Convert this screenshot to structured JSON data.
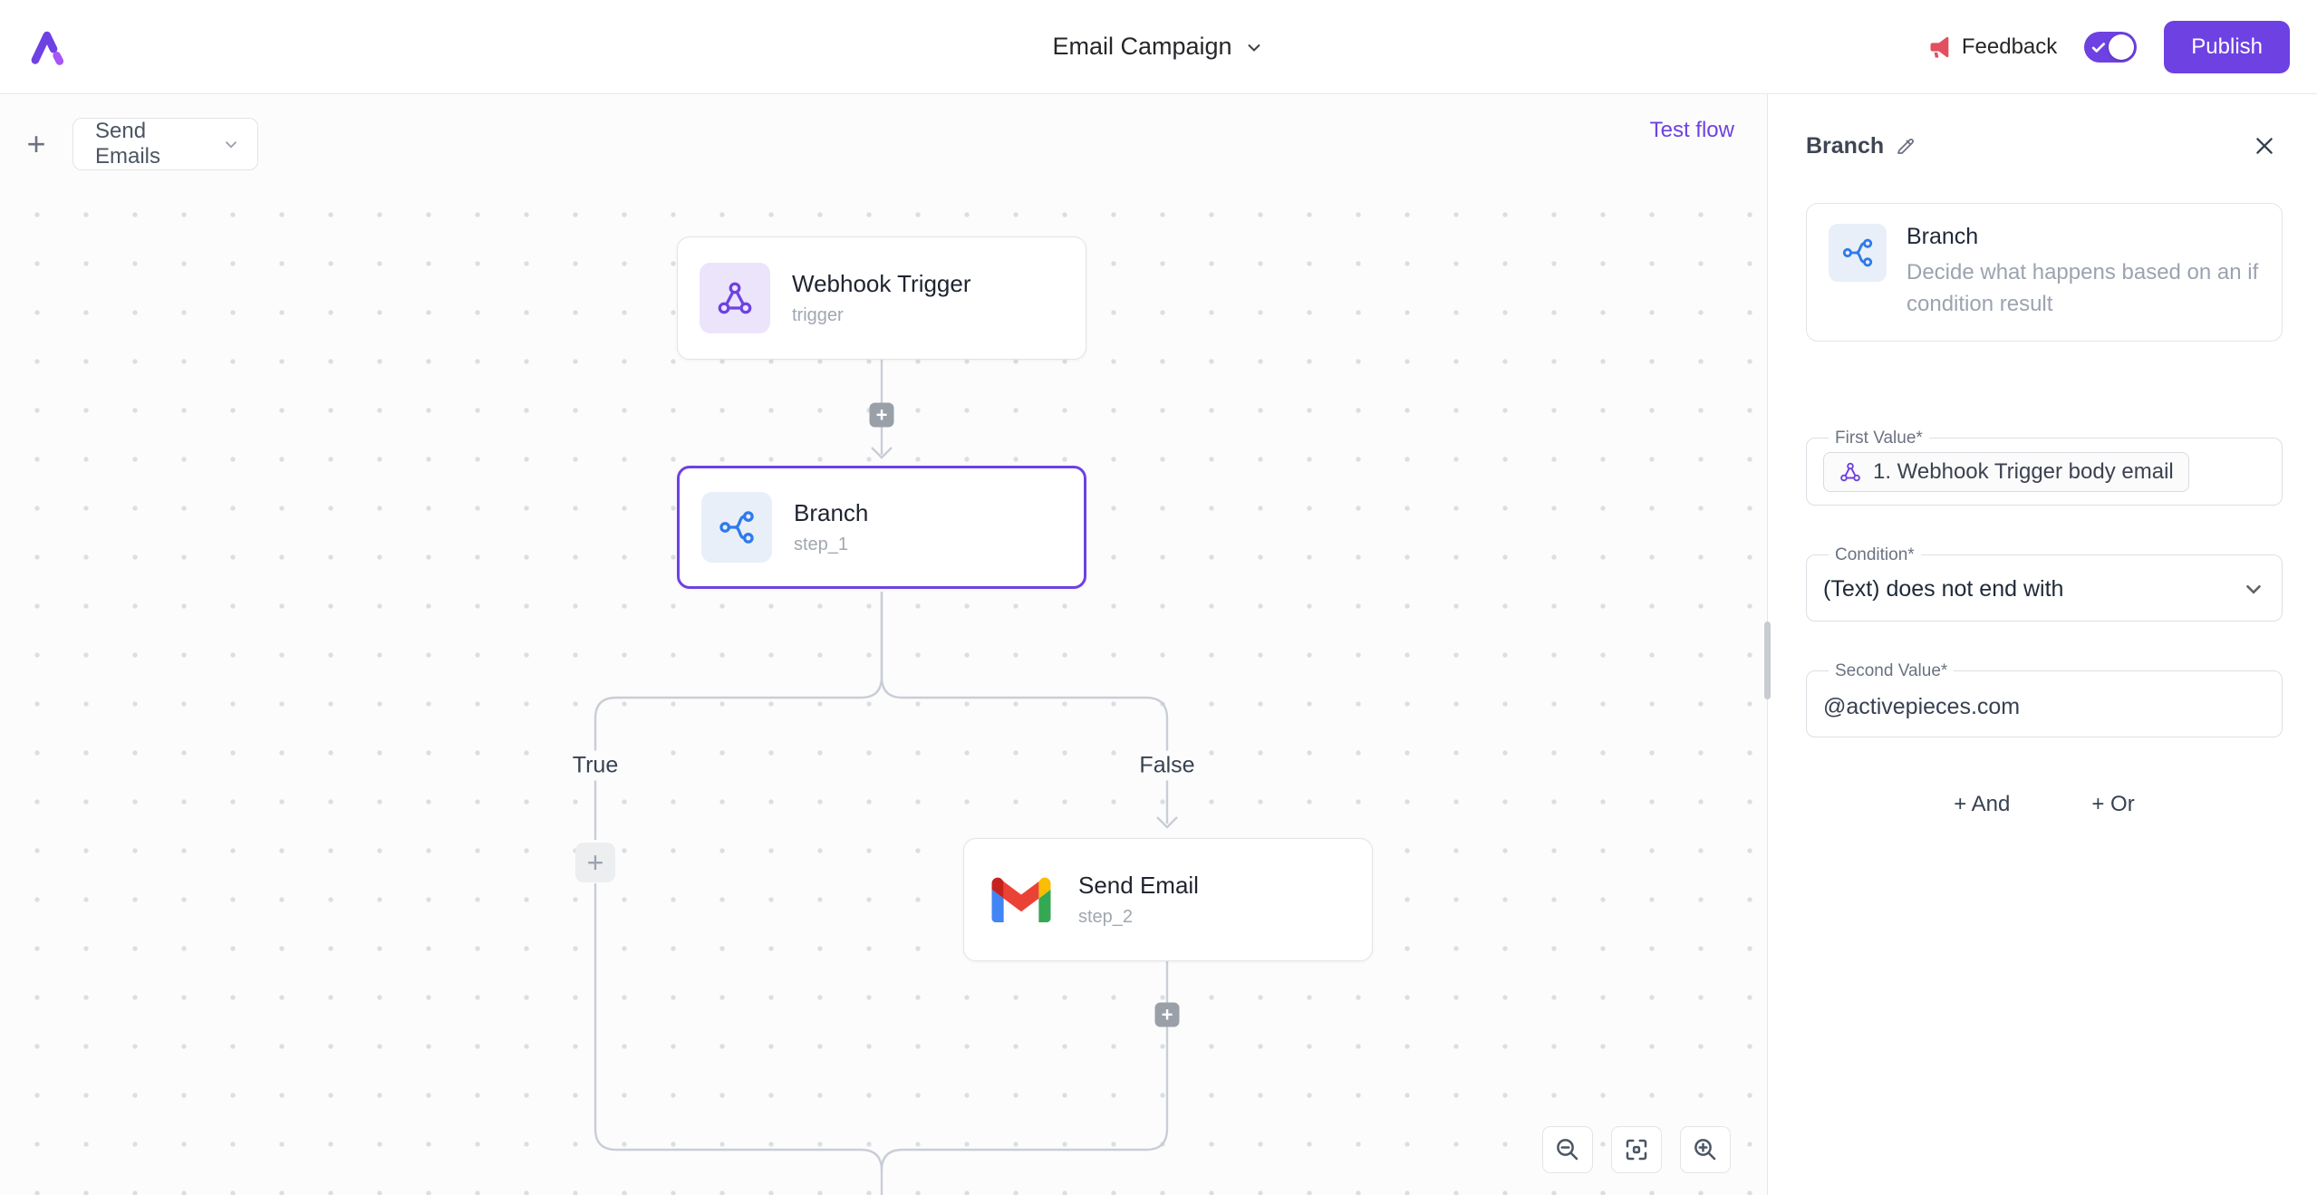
{
  "topbar": {
    "title": "Email Campaign",
    "feedback_label": "Feedback",
    "publish_label": "Publish"
  },
  "canvas": {
    "flow_tab_label": "Send Emails",
    "test_flow_label": "Test flow",
    "true_label": "True",
    "false_label": "False",
    "nodes": {
      "webhook": {
        "title": "Webhook Trigger",
        "subtitle": "trigger"
      },
      "branch": {
        "title": "Branch",
        "subtitle": "step_1"
      },
      "send_email": {
        "title": "Send Email",
        "subtitle": "step_2"
      }
    }
  },
  "panel": {
    "title": "Branch",
    "info": {
      "title": "Branch",
      "description": "Decide what happens based on an if condition result"
    },
    "fields": {
      "first_value": {
        "label": "First Value*",
        "token": "1. Webhook Trigger body email"
      },
      "condition": {
        "label": "Condition*",
        "value": "(Text) does not end with"
      },
      "second_value": {
        "label": "Second Value*",
        "value": "@activepieces.com"
      }
    },
    "and_label": "+ And",
    "or_label": "+ Or"
  },
  "icons": {
    "plus": "+"
  },
  "colors": {
    "primary": "#6e41e2",
    "branch_blue": "#2f7aeb",
    "connector": "#c9ced6"
  }
}
